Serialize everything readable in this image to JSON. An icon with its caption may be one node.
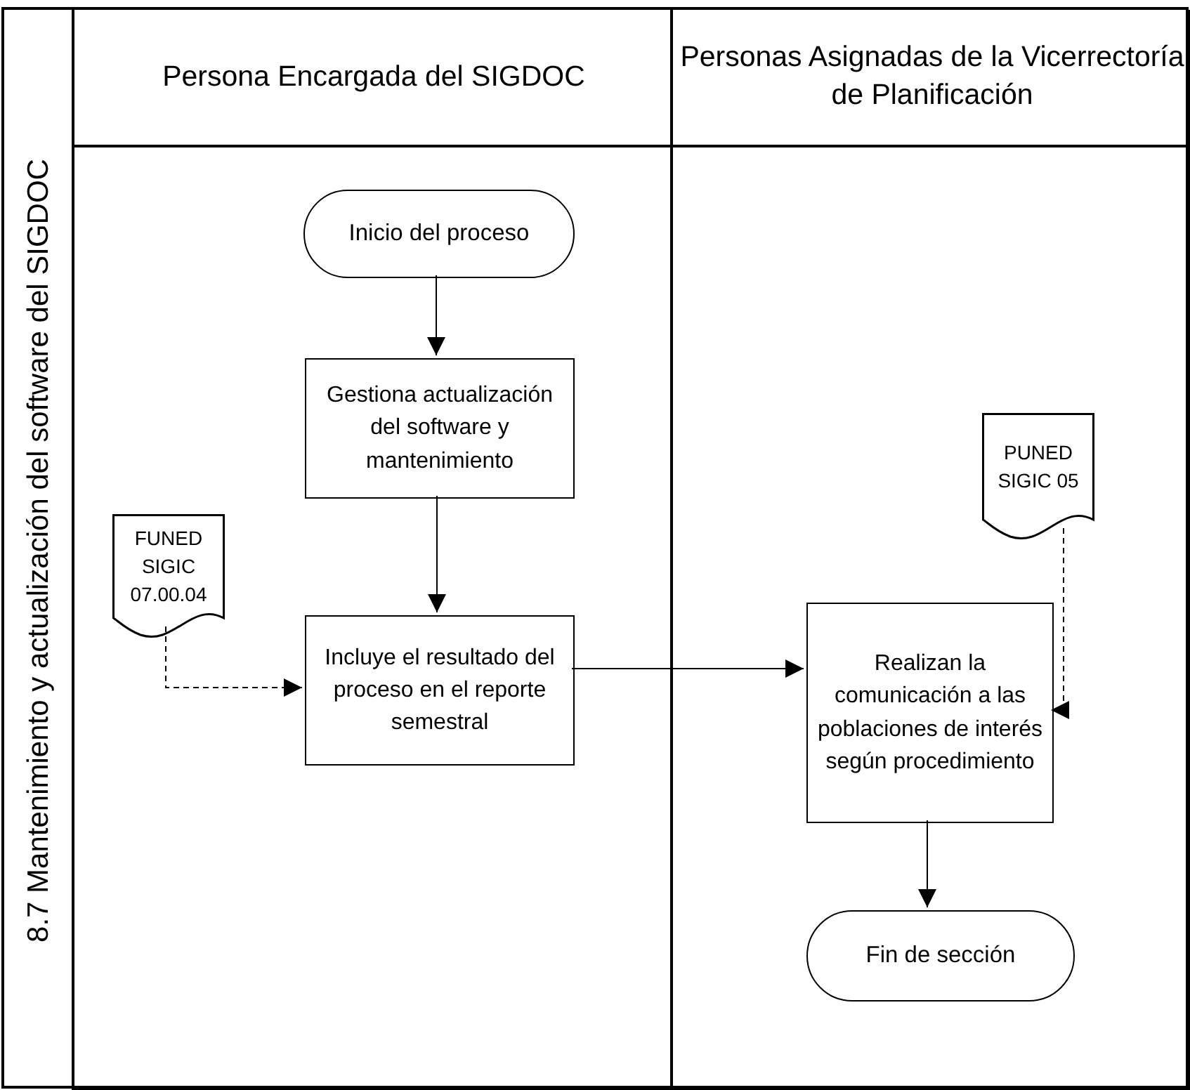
{
  "diagram": {
    "nodes": [
      {
        "text": [
          "8.7 Mantenimiento y actualización del software del SIGDOC"
        ]
      },
      {
        "text": [
          "Persona Encargada del SIGDOC"
        ],
        "in": 0
      },
      {
        "text": [
          "Personas Asignadas de la Vicerrectoría de Planificación"
        ],
        "in": 0
      },
      {
        "text": [
          "Inicio del proceso"
        ],
        "in": 1
      },
      {
        "text": [
          "Gestiona actualización del software y mantenimiento"
        ],
        "in": 1
      },
      {
        "text": [
          "FUNED SIGIC 07.00.04"
        ],
        "in": 1
      },
      {
        "text": [
          "Incluye el resultado del proceso en el reporte semestral"
        ],
        "in": 1
      },
      {
        "text": [
          "PUNED SIGIC 05"
        ],
        "in": 2
      },
      {
        "text": [
          "Realizan la comunicación a las poblaciones de interés según procedimiento"
        ],
        "in": 2
      },
      {
        "text": [
          "Fin de sección"
        ],
        "in": 2
      }
    ],
    "edges": [
      {
        "from": 3,
        "to": 4,
        "arrow": "to"
      },
      {
        "from": 4,
        "to": 6,
        "arrow": "to"
      },
      {
        "from": 5,
        "to": 6,
        "arrow": "to",
        "style": "dashed"
      },
      {
        "from": 6,
        "to": 8,
        "arrow": "to"
      },
      {
        "from": 7,
        "to": 8,
        "arrow": "to",
        "style": "dashed"
      },
      {
        "from": 8,
        "to": 9,
        "arrow": "to"
      }
    ]
  }
}
